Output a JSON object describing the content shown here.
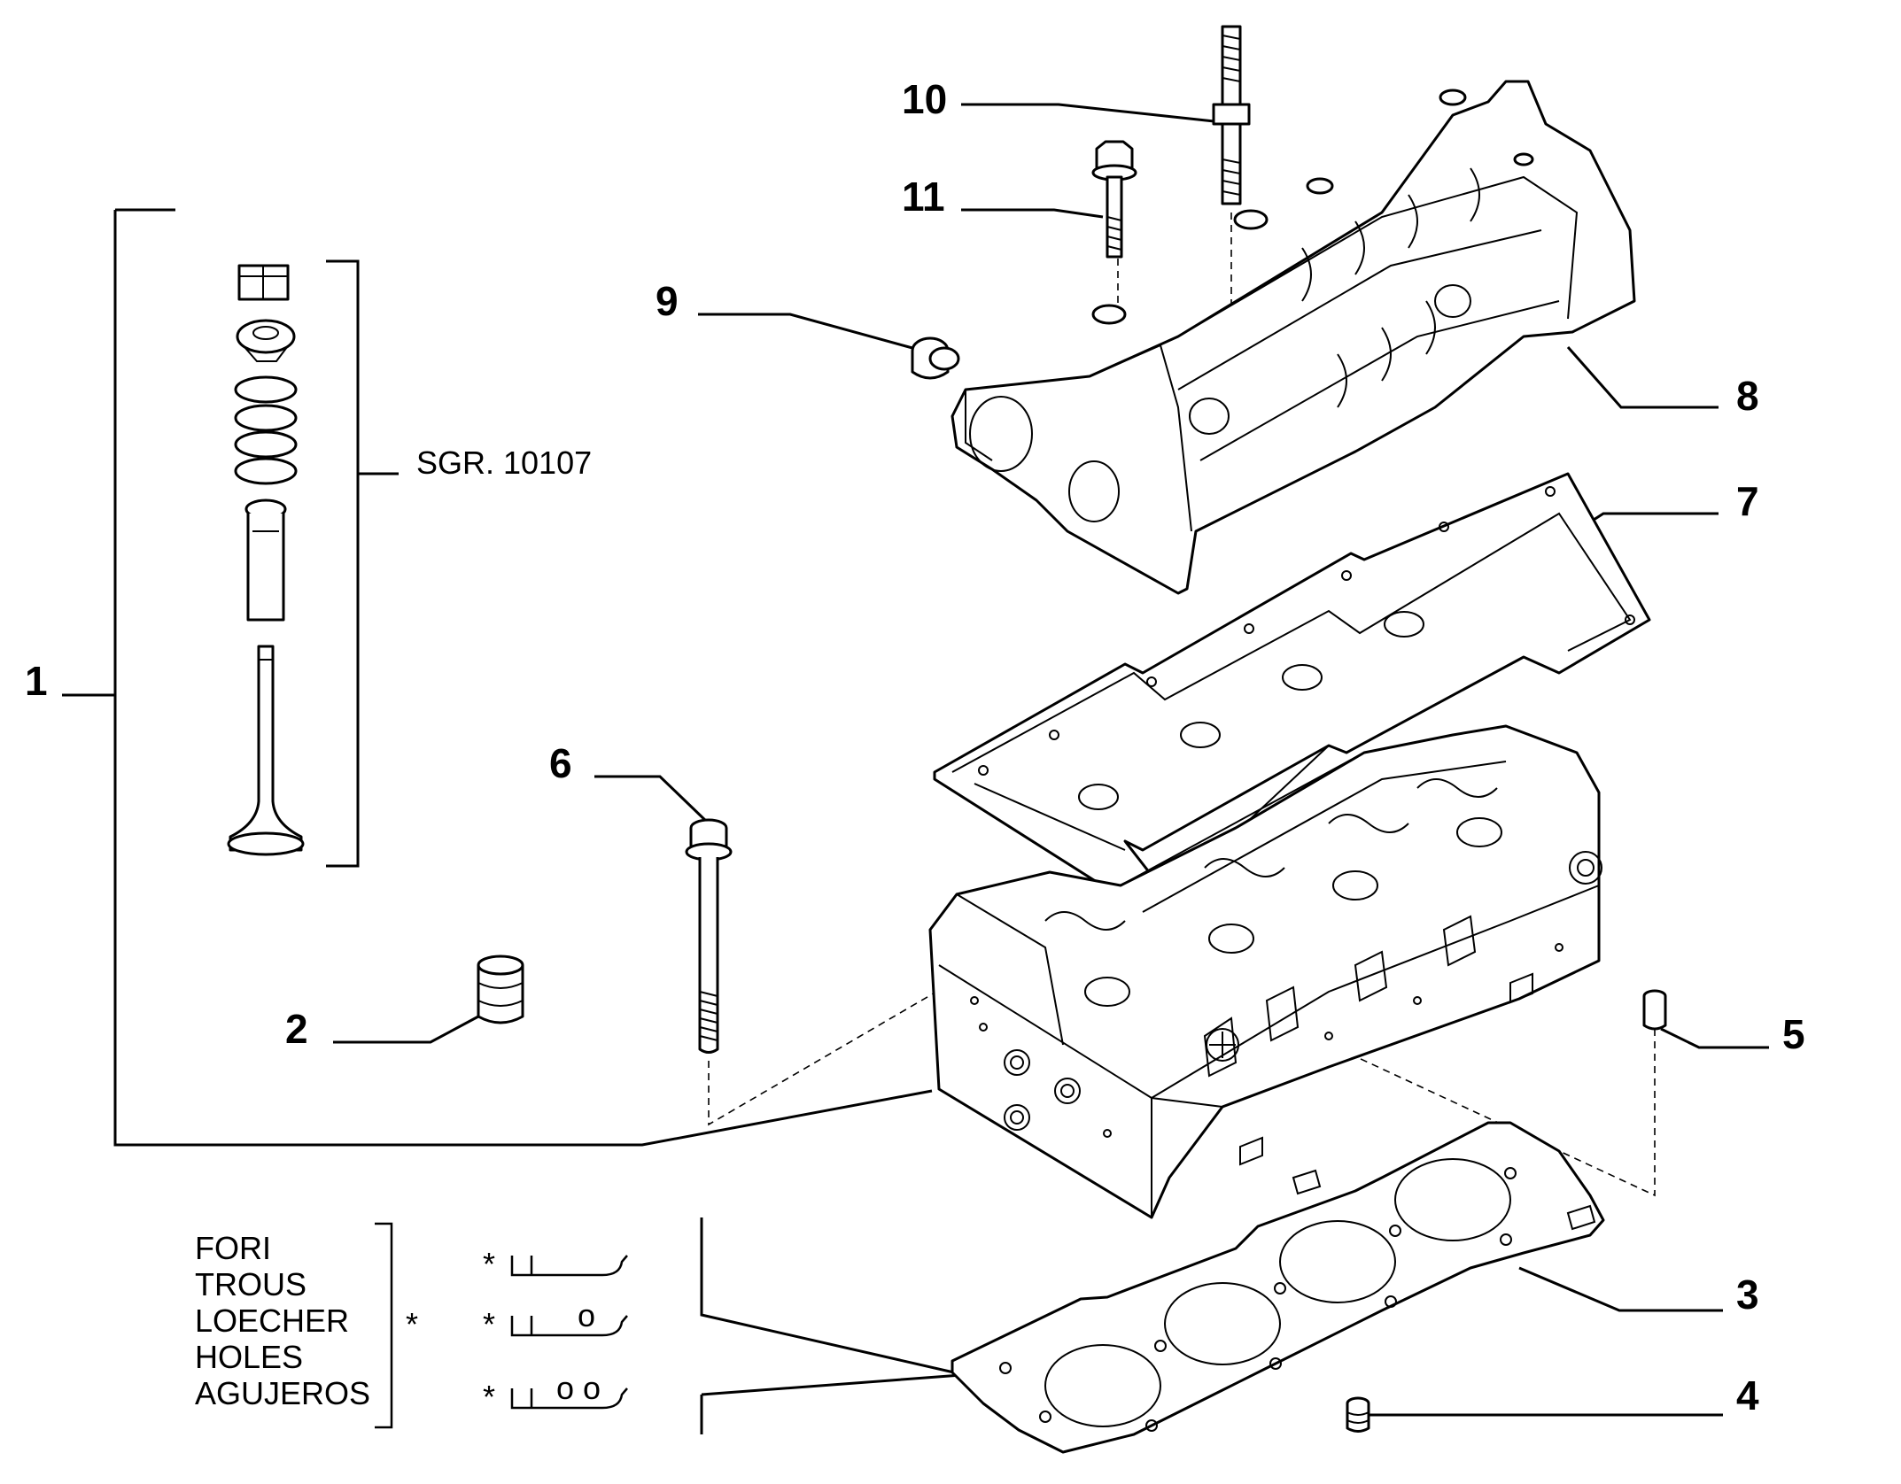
{
  "callouts": {
    "c1": "1",
    "c2": "2",
    "c3": "3",
    "c4": "4",
    "c5": "5",
    "c6": "6",
    "c7": "7",
    "c8": "8",
    "c9": "9",
    "c10": "10",
    "c11": "11"
  },
  "subgroup_label": "SGR. 10107",
  "legend": {
    "lines": [
      "FORI",
      "TROUS",
      "LOECHER",
      "HOLES",
      "AGUJEROS"
    ],
    "star": "*",
    "hole_marks": [
      "",
      "o",
      "o o"
    ]
  }
}
